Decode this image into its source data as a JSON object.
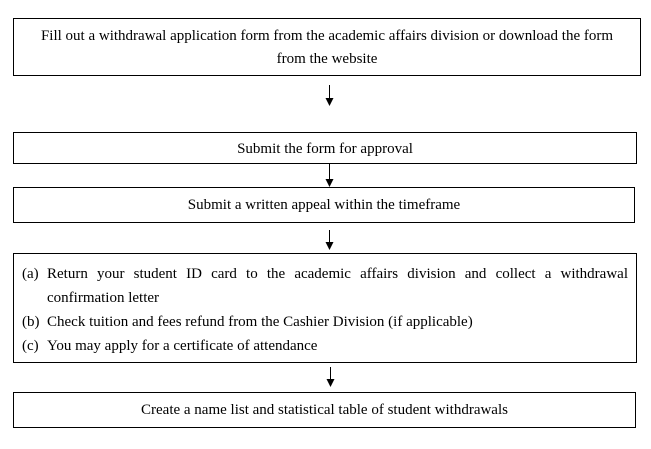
{
  "flowchart": {
    "steps": [
      {
        "text": "Fill out a withdrawal application form from the academic affairs division or download the form from the website"
      },
      {
        "text": "Submit the form for approval"
      },
      {
        "text": "Submit a written appeal within the timeframe"
      },
      {
        "items": [
          {
            "marker": "(a)",
            "text": "Return your student ID card to the academic affairs division and collect a withdrawal confirmation letter"
          },
          {
            "marker": "(b)",
            "text": "Check tuition and fees refund from the Cashier Division (if applicable)"
          },
          {
            "marker": "(c)",
            "text": "You may apply for a certificate of attendance"
          }
        ]
      },
      {
        "text": "Create a name list and statistical table of student withdrawals"
      }
    ]
  }
}
